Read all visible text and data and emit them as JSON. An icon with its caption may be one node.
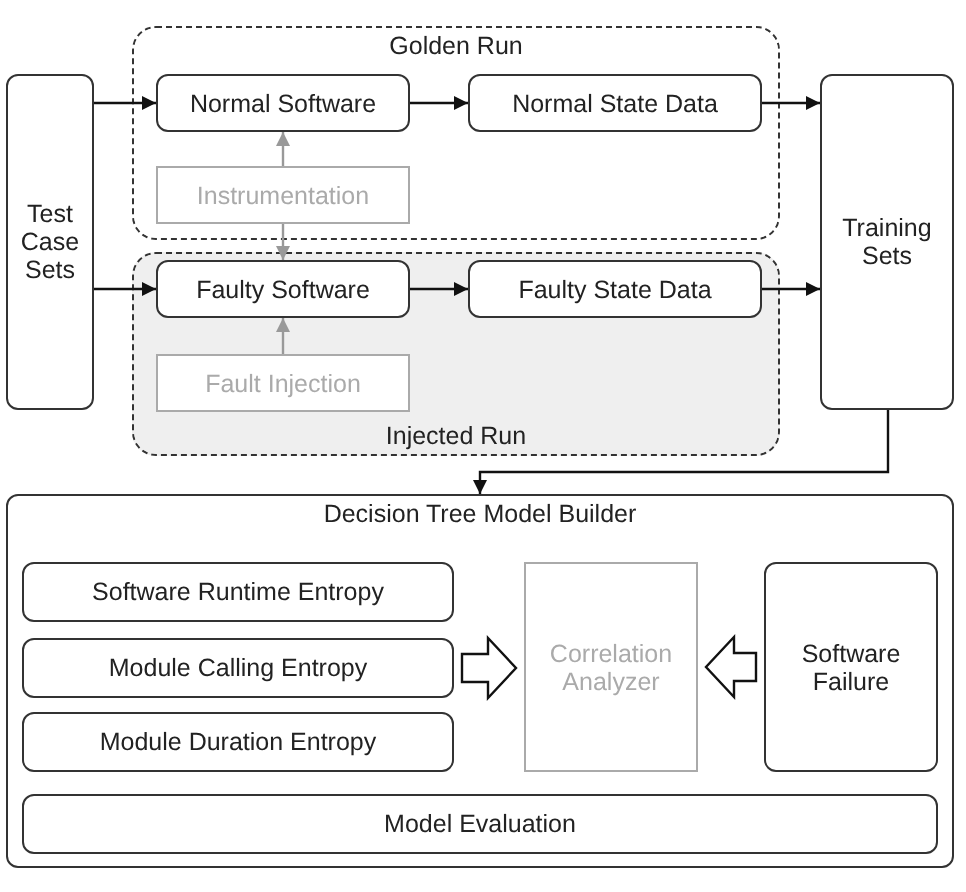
{
  "diagram": {
    "nodes": [
      {
        "text": [
          "Test Case Sets"
        ]
      },
      {
        "text": [
          "Golden Run"
        ]
      },
      {
        "text": [
          "Normal Software"
        ],
        "in": 1
      },
      {
        "text": [
          "Normal State Data"
        ],
        "in": 1
      },
      {
        "text": [
          "Instrumentation"
        ],
        "in": 1
      },
      {
        "text": [
          "Injected Run"
        ]
      },
      {
        "text": [
          "Faulty Software"
        ],
        "in": 5
      },
      {
        "text": [
          "Faulty State Data"
        ],
        "in": 5
      },
      {
        "text": [
          "Fault Injection"
        ],
        "in": 5
      },
      {
        "text": [
          "Training Sets"
        ]
      },
      {
        "text": [
          "Decision Tree Model Builder"
        ]
      },
      {
        "text": [
          "Software Runtime Entropy"
        ],
        "in": 10
      },
      {
        "text": [
          "Module Calling Entropy"
        ],
        "in": 10
      },
      {
        "text": [
          "Module Duration Entropy"
        ],
        "in": 10
      },
      {
        "text": [
          "Correlation Analyzer"
        ],
        "in": 10
      },
      {
        "text": [
          "Software Failure"
        ],
        "in": 10
      },
      {
        "text": [
          "Model Evaluation"
        ],
        "in": 10
      }
    ],
    "edges": [
      {
        "from": 0,
        "to": 2,
        "arrow": "to"
      },
      {
        "from": 0,
        "to": 6,
        "arrow": "to"
      },
      {
        "from": 2,
        "to": 3,
        "arrow": "to"
      },
      {
        "from": 6,
        "to": 7,
        "arrow": "to"
      },
      {
        "from": 3,
        "to": 9,
        "arrow": "to"
      },
      {
        "from": 7,
        "to": 9,
        "arrow": "to"
      },
      {
        "from": 4,
        "to": 2,
        "arrow": "to",
        "color": "#999999"
      },
      {
        "from": 4,
        "to": 6,
        "arrow": "to",
        "color": "#999999"
      },
      {
        "from": 8,
        "to": 6,
        "arrow": "to",
        "color": "#999999"
      },
      {
        "from": 9,
        "to": 10,
        "arrow": "to"
      },
      {
        "from": 12,
        "to": 14,
        "arrow": "to",
        "style": "thick"
      },
      {
        "from": 15,
        "to": 14,
        "arrow": "to",
        "style": "thick"
      }
    ]
  }
}
